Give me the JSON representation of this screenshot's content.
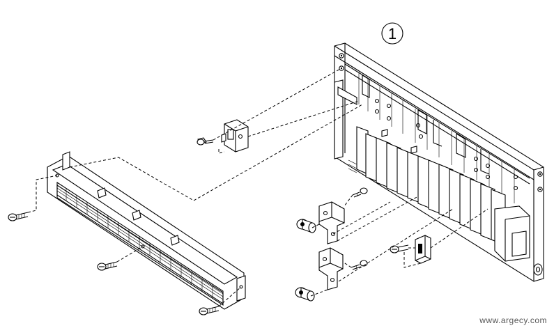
{
  "callout": {
    "number": "1"
  },
  "watermark": {
    "text": "www.argecy.com"
  },
  "parts": {
    "grille_fins": 14,
    "screws": [
      "screw-left",
      "screw-mid",
      "screw-bottom",
      "screw-top",
      "screw-bracket-upper",
      "screw-bracket-lower",
      "screw-clip"
    ]
  }
}
